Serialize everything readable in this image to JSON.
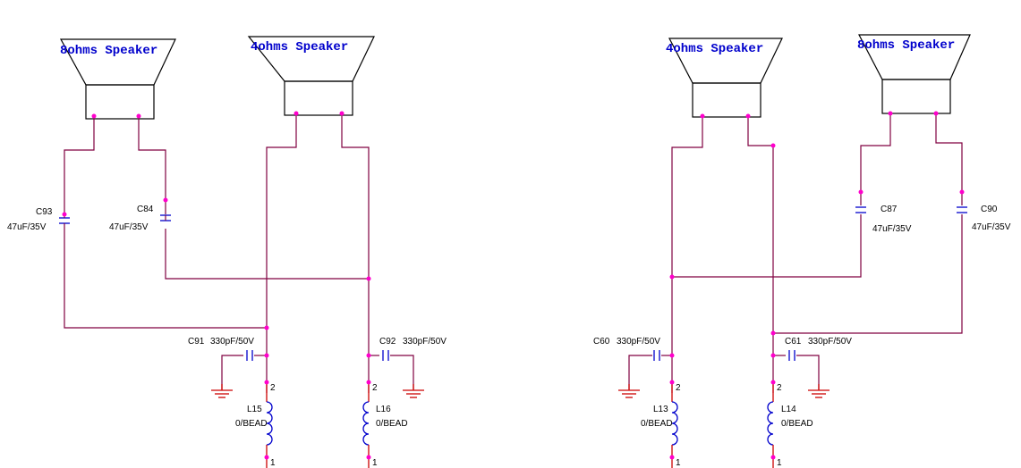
{
  "speakers": [
    {
      "title": "8ohms Speaker"
    },
    {
      "title": "4ohms Speaker"
    },
    {
      "title": "4ohms Speaker"
    },
    {
      "title": "8ohms Speaker"
    }
  ],
  "capacitors": [
    {
      "ref": "C93",
      "value": "47uF/35V"
    },
    {
      "ref": "C84",
      "value": "47uF/35V"
    },
    {
      "ref": "C87",
      "value": "47uF/35V"
    },
    {
      "ref": "C90",
      "value": "47uF/35V"
    },
    {
      "ref": "C91",
      "value": "330pF/50V"
    },
    {
      "ref": "C92",
      "value": "330pF/50V"
    },
    {
      "ref": "C60",
      "value": "330pF/50V"
    },
    {
      "ref": "C61",
      "value": "330pF/50V"
    }
  ],
  "inductors": [
    {
      "ref": "L15",
      "value": "0/BEAD",
      "pin_top": "2",
      "pin_bottom": "1"
    },
    {
      "ref": "L16",
      "value": "0/BEAD",
      "pin_top": "2",
      "pin_bottom": "1"
    },
    {
      "ref": "L13",
      "value": "0/BEAD",
      "pin_top": "2",
      "pin_bottom": "1"
    },
    {
      "ref": "L14",
      "value": "0/BEAD",
      "pin_top": "2",
      "pin_bottom": "1"
    }
  ]
}
